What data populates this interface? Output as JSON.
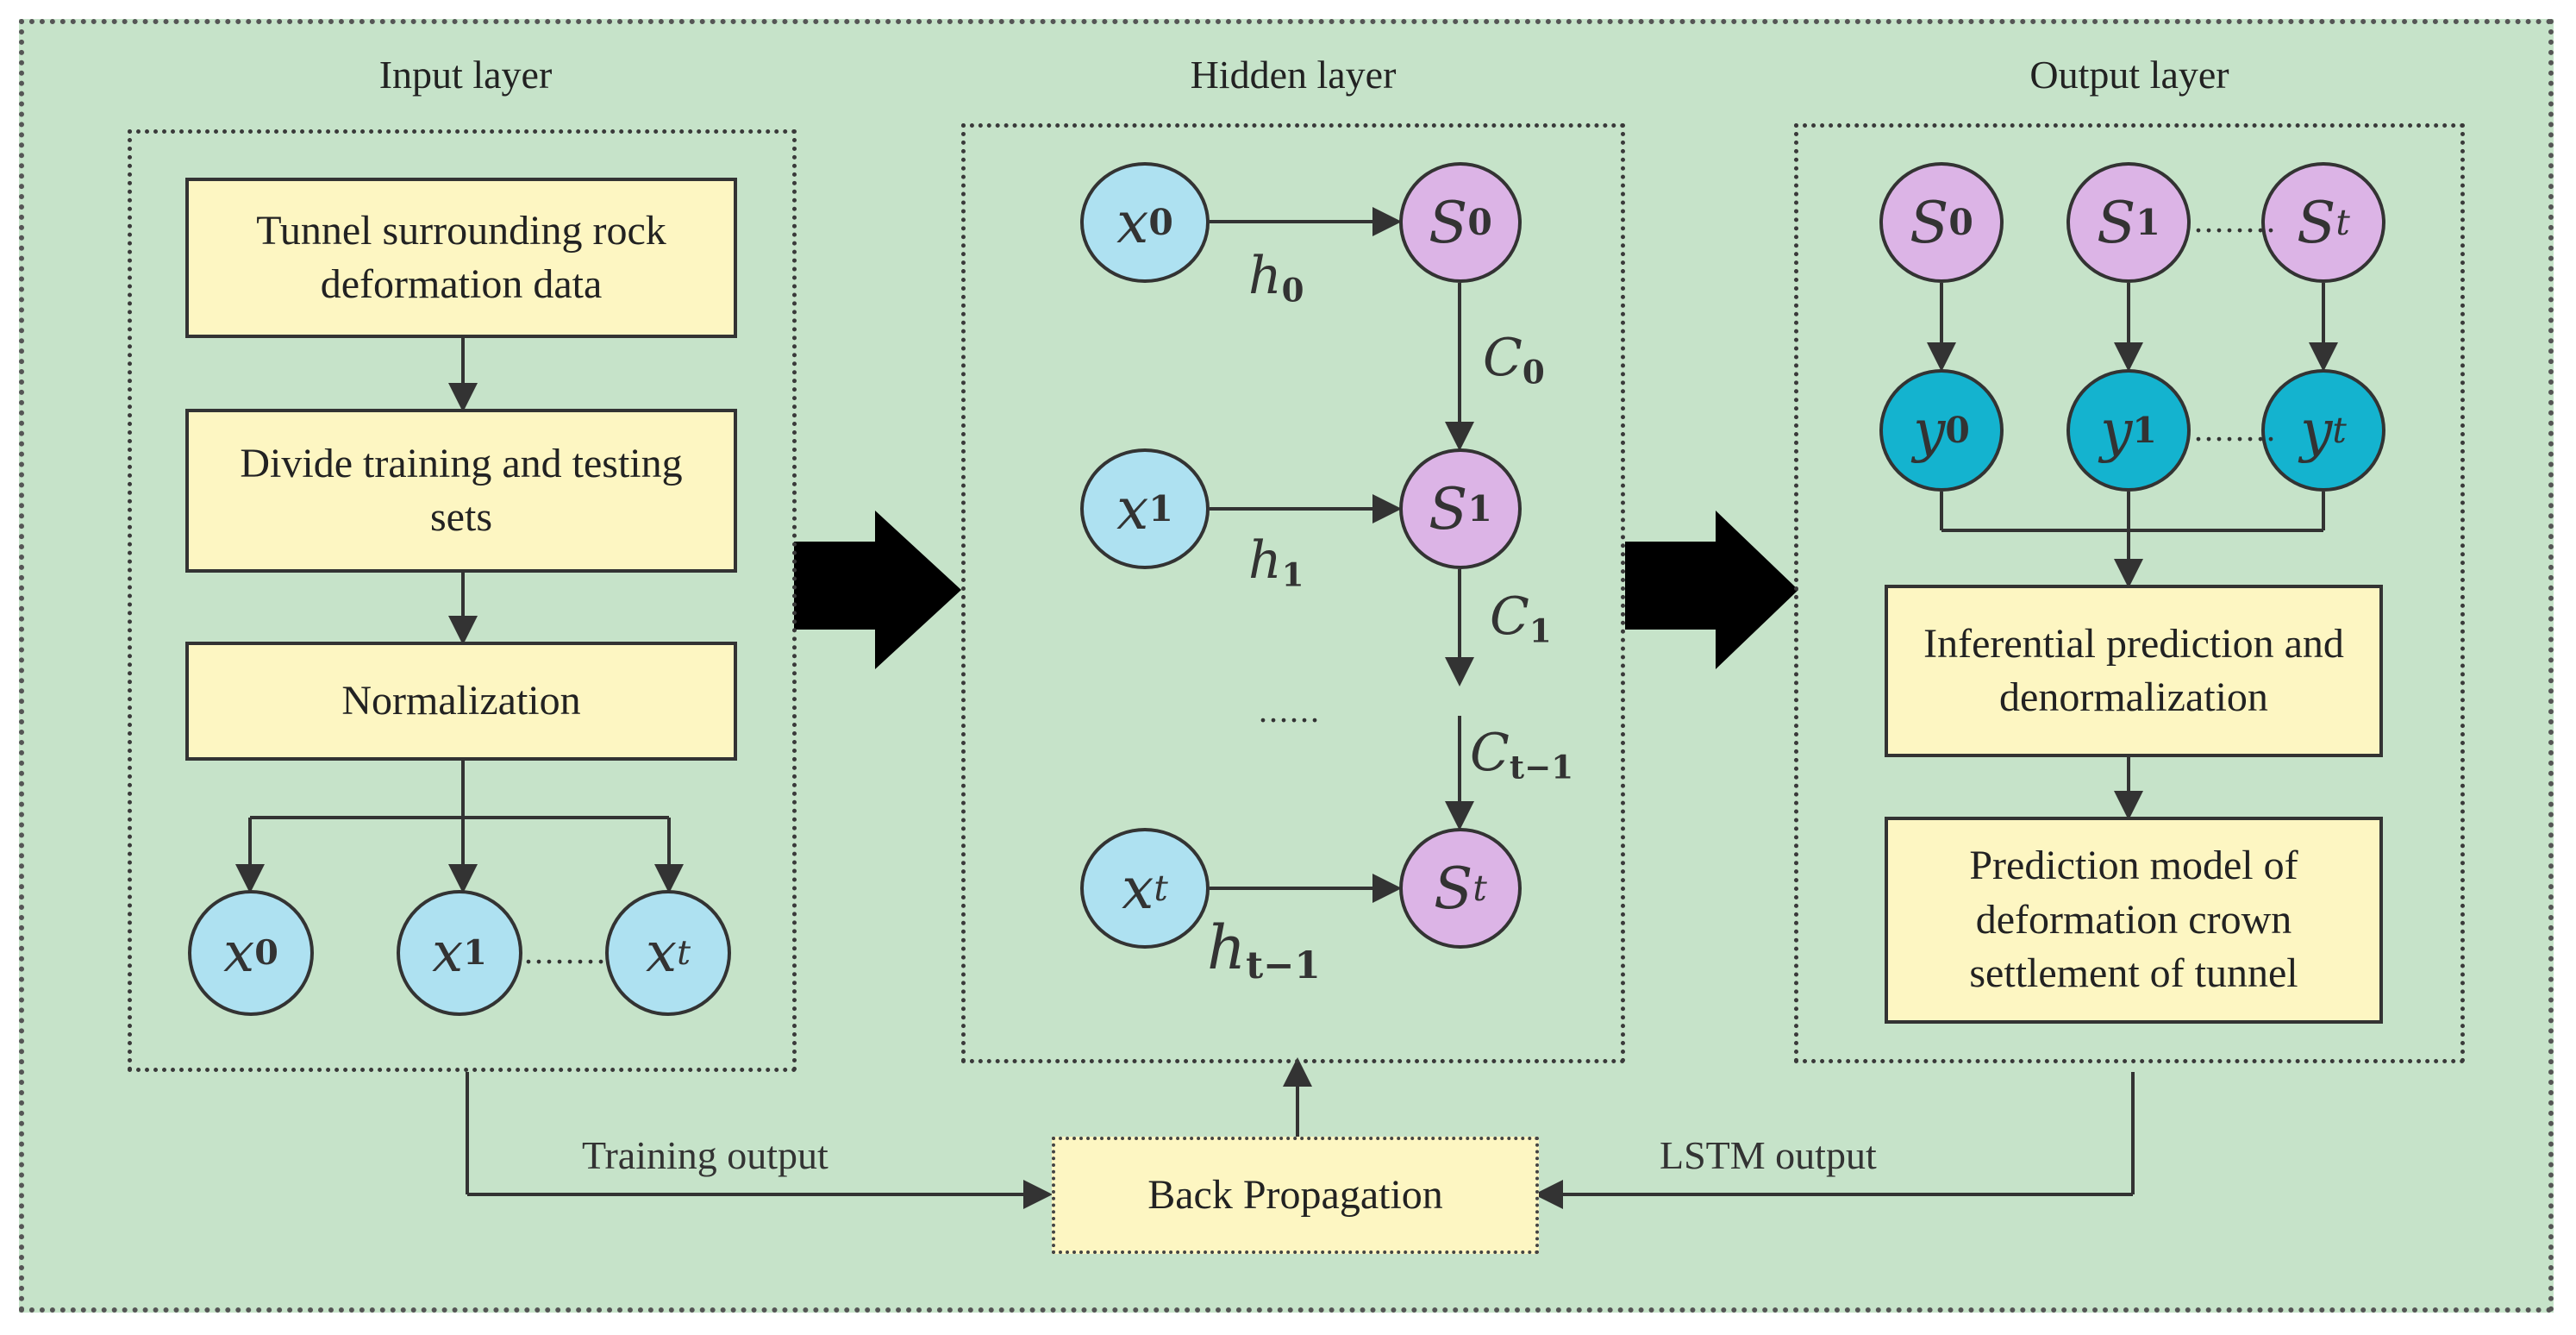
{
  "panels": {
    "input": {
      "title": "Input layer"
    },
    "hidden": {
      "title": "Hidden layer"
    },
    "output": {
      "title": "Output layer"
    }
  },
  "input_boxes": {
    "data": "Tunnel surrounding rock deformation data",
    "divide": "Divide training and testing sets",
    "normalization": "Normalization"
  },
  "output_boxes": {
    "inference": "Inferential prediction and denormalization",
    "model": "Prediction model of deformation crown settlement of tunnel"
  },
  "back_propagation": "Back Propagation",
  "flow_labels": {
    "training_output": "Training output",
    "lstm_output": "LSTM output"
  },
  "nodes": {
    "input_x": [
      {
        "base": "x",
        "sub": "0"
      },
      {
        "base": "x",
        "sub": "1"
      },
      {
        "base": "x",
        "sub": "t"
      }
    ],
    "hidden_x": [
      {
        "base": "x",
        "sub": "0"
      },
      {
        "base": "x",
        "sub": "1"
      },
      {
        "base": "x",
        "sub": "t"
      }
    ],
    "hidden_s": [
      {
        "base": "S",
        "sub": "0"
      },
      {
        "base": "S",
        "sub": "1"
      },
      {
        "base": "S",
        "sub": "t"
      }
    ],
    "output_s": [
      {
        "base": "S",
        "sub": "0"
      },
      {
        "base": "S",
        "sub": "1"
      },
      {
        "base": "S",
        "sub": "t"
      }
    ],
    "output_y": [
      {
        "base": "y",
        "sub": "0"
      },
      {
        "base": "y",
        "sub": "1"
      },
      {
        "base": "y",
        "sub": "t"
      }
    ]
  },
  "edge_labels": {
    "h": [
      {
        "base": "h",
        "sub": "0"
      },
      {
        "base": "h",
        "sub": "1"
      },
      {
        "base": "h",
        "sub": "t−1"
      }
    ],
    "c": [
      {
        "base": "C",
        "sub": "0"
      },
      {
        "base": "C",
        "sub": "1"
      },
      {
        "base": "C",
        "sub": "t−1"
      }
    ]
  },
  "ellipsis": "......",
  "connector_dots": "........",
  "colors": {
    "background": "#c6e3c9",
    "box_fill": "#fdf6c2",
    "x_node": "#aee1f1",
    "s_node": "#dcb4e6",
    "y_node": "#14b3cf"
  }
}
